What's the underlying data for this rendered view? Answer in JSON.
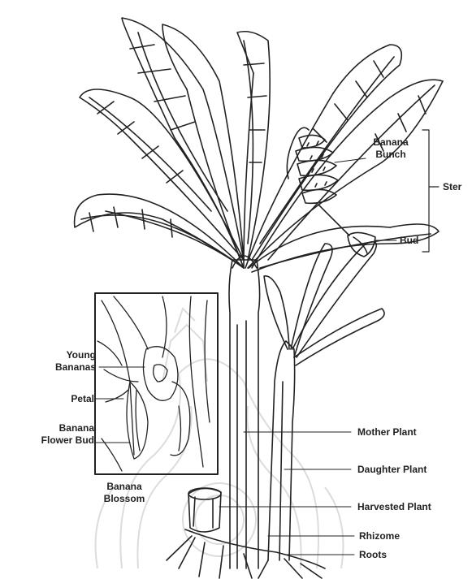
{
  "labels": {
    "banana_bunch_line1": "Banana",
    "banana_bunch_line2": "Bunch",
    "stem": "Ster",
    "bud": "Bud",
    "young_bananas_line1": "Young",
    "young_bananas_line2": "Bananas",
    "petal": "Petal",
    "flower_bud_line1": "Banana",
    "flower_bud_line2": "Flower Bud",
    "blossom_line1": "Banana",
    "blossom_line2": "Blossom",
    "mother_plant": "Mother Plant",
    "daughter_plant": "Daughter Plant",
    "harvested_plant": "Harvested Plant",
    "rhizome": "Rhizome",
    "roots": "Roots"
  },
  "colors": {
    "ink": "#222222",
    "watermark": "#d9d9d9",
    "background": "#ffffff"
  }
}
